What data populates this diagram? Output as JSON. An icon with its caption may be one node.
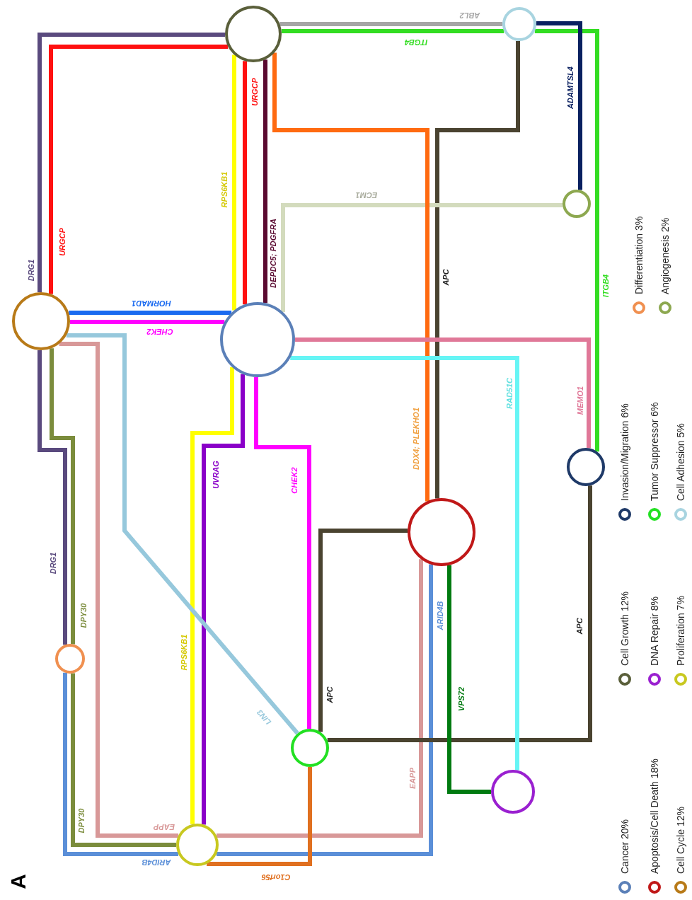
{
  "diagram": {
    "nodes": [
      {
        "text": [],
        "shape": "circle"
      },
      {
        "text": [],
        "shape": "circle"
      },
      {
        "text": [],
        "shape": "circle"
      },
      {
        "text": [],
        "shape": "circle"
      },
      {
        "text": [],
        "shape": "circle"
      },
      {
        "text": [],
        "shape": "circle"
      },
      {
        "text": [],
        "shape": "circle"
      },
      {
        "text": [],
        "shape": "circle"
      },
      {
        "text": [],
        "shape": "circle"
      },
      {
        "text": [],
        "shape": "circle"
      },
      {
        "text": [],
        "shape": "circle"
      }
    ],
    "edges": [
      {
        "from": 0,
        "to": 1,
        "arrow": "none",
        "label": "ABL2",
        "color": "#a6a6a6"
      },
      {
        "from": 0,
        "to": 1,
        "arrow": "none",
        "label": "ITGB4",
        "color": "#33dd22"
      },
      {
        "from": 1,
        "to": 5,
        "arrow": "none",
        "label": "ITGB4",
        "color": "#33dd22"
      },
      {
        "from": 1,
        "to": 2,
        "arrow": "none",
        "label": "ADAMTSL4",
        "color": "#0a2060"
      },
      {
        "from": 1,
        "to": 6,
        "arrow": "none",
        "label": "APC",
        "color": "#4a4330"
      },
      {
        "from": 2,
        "to": 4,
        "arrow": "none",
        "label": "ECM1",
        "color": "#d3dbbd"
      },
      {
        "from": 0,
        "to": 6,
        "arrow": "none",
        "label": "DDX4; PLEKHO1",
        "color": "#ff6a10"
      },
      {
        "from": 0,
        "to": 3,
        "arrow": "none",
        "label": "URGCP",
        "color": "#ff1010"
      },
      {
        "from": 0,
        "to": 4,
        "arrow": "none",
        "label": "URGCP",
        "color": "#ff1010"
      },
      {
        "from": 0,
        "to": 3,
        "arrow": "none",
        "label": "DRG1",
        "color": "#5a4a7e"
      },
      {
        "from": 3,
        "to": 7,
        "arrow": "none",
        "label": "DRG1",
        "color": "#5a4a7e"
      },
      {
        "from": 0,
        "to": 4,
        "arrow": "none",
        "label": "RPS6KB1",
        "color": "#ffff00"
      },
      {
        "from": 4,
        "to": 10,
        "arrow": "none",
        "label": "RPS6KB1",
        "color": "#ffff00"
      },
      {
        "from": 0,
        "to": 4,
        "arrow": "none",
        "label": "DEPDC5; PDGFRA",
        "color": "#5a0a30"
      },
      {
        "from": 3,
        "to": 4,
        "arrow": "none",
        "label": "HORMAD1",
        "color": "#1a6af0"
      },
      {
        "from": 3,
        "to": 4,
        "arrow": "none",
        "label": "CHEK2",
        "color": "#ff00ff"
      },
      {
        "from": 4,
        "to": 8,
        "arrow": "none",
        "label": "CHEK2",
        "color": "#ff00ff"
      },
      {
        "from": 4,
        "to": 10,
        "arrow": "none",
        "label": "UVRAG",
        "color": "#8a00c8"
      },
      {
        "from": 3,
        "to": 8,
        "arrow": "none",
        "label": "LIN3",
        "color": "#96c8dc"
      },
      {
        "from": 3,
        "to": 10,
        "arrow": "none",
        "label": "EAPP",
        "color": "#d89898"
      },
      {
        "from": 10,
        "to": 6,
        "arrow": "none",
        "label": "EAPP",
        "color": "#d89898"
      },
      {
        "from": 3,
        "to": 7,
        "arrow": "none",
        "label": "DPY30",
        "color": "#7b8c3c"
      },
      {
        "from": 7,
        "to": 10,
        "arrow": "none",
        "label": "DPY30",
        "color": "#7b8c3c"
      },
      {
        "from": 7,
        "to": 10,
        "arrow": "none",
        "label": "ARID4B",
        "color": "#5b8fd8"
      },
      {
        "from": 10,
        "to": 6,
        "arrow": "none",
        "label": "ARID4B",
        "color": "#5b8fd8"
      },
      {
        "from": 8,
        "to": 10,
        "arrow": "none",
        "label": "C1orf56",
        "color": "#e07020"
      },
      {
        "from": 8,
        "to": 6,
        "arrow": "none",
        "label": "APC",
        "color": "#4a4330"
      },
      {
        "from": 8,
        "to": 5,
        "arrow": "none",
        "label": "APC",
        "color": "#4a4330"
      },
      {
        "from": 6,
        "to": 9,
        "arrow": "none",
        "label": "VPS72",
        "color": "#007a10"
      },
      {
        "from": 4,
        "to": 9,
        "arrow": "none",
        "label": "RAD51C",
        "color": "#66f5f5"
      },
      {
        "from": 4,
        "to": 5,
        "arrow": "none",
        "label": "MEMO1",
        "color": "#e07898"
      }
    ],
    "labels": [
      "A"
    ],
    "legend": [
      {
        "text": "Cancer 20%",
        "color": "#5b80b8"
      },
      {
        "text": "Apoptosis/Cell Death 18%",
        "color": "#c01818"
      },
      {
        "text": "Cell Cycle 12%",
        "color": "#b87a18"
      },
      {
        "text": "Cell Growth 12%",
        "color": "#5a5f3a"
      },
      {
        "text": "DNA Repair 8%",
        "color": "#9a20d0"
      },
      {
        "text": "Proliferation 7%",
        "color": "#c8c820"
      },
      {
        "text": "Invasion/Migration 6%",
        "color": "#1f3a68"
      },
      {
        "text": "Tumor Suppressor 6%",
        "color": "#22e022"
      },
      {
        "text": "Cell Adhesion 5%",
        "color": "#a8d4e0"
      },
      {
        "text": "Differentiation 3%",
        "color": "#f09050"
      },
      {
        "text": "Angiogenesis 2%",
        "color": "#8da850"
      }
    ]
  }
}
